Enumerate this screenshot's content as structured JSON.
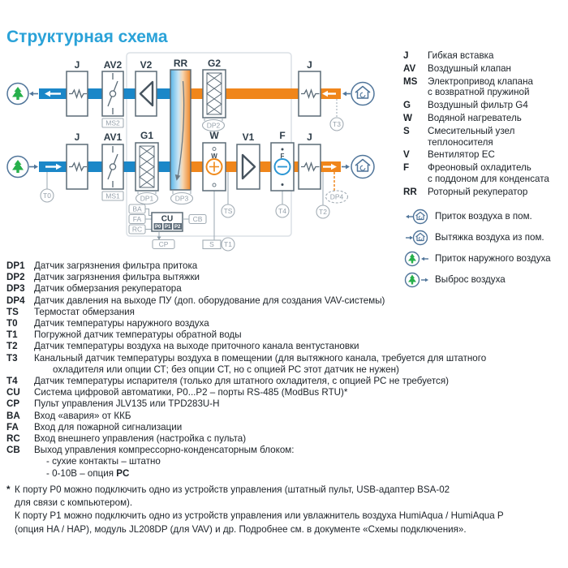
{
  "title": "Структурная схема",
  "colors": {
    "accent_blue": "#2aa2d8",
    "duct_blue": "#1b87c8",
    "duct_orange": "#f0861b",
    "tree_green": "#27b04b",
    "icon_slate": "#50759a",
    "box_stroke": "#5b6b77"
  },
  "diagram": {
    "component_labels": {
      "j_top_left": "J",
      "av2": "AV2",
      "v2": "V2",
      "rr": "RR",
      "g2": "G2",
      "j_top_right": "J",
      "j_bottom_left": "J",
      "av1": "AV1",
      "g1": "G1",
      "w": "W",
      "v1": "V1",
      "f": "F",
      "j_bottom_right": "J",
      "ms2": "MS2",
      "ms1": "MS1",
      "w_inner": "W",
      "f_inner": "F",
      "cu": "CU",
      "p0": "P0",
      "p1": "P1",
      "p2": "P2",
      "ba": "BA",
      "fa": "FA",
      "rc": "RC",
      "cb": "CB",
      "cp": "CP",
      "s": "S"
    },
    "sensor_labels": {
      "dp1": "DP1",
      "dp2": "DP2",
      "dp3": "DP3",
      "dp4": "DP4",
      "t0": "T0",
      "t1": "T1",
      "t2": "T2",
      "t3": "T3",
      "t4": "T4",
      "ts": "TS"
    }
  },
  "legend": {
    "items": [
      {
        "key": "J",
        "lines": [
          "Гибкая вставка"
        ]
      },
      {
        "key": "AV",
        "lines": [
          "Воздушный клапан"
        ]
      },
      {
        "key": "MS",
        "lines": [
          "Электропривод клапана",
          "с возвратной пружиной"
        ]
      },
      {
        "key": "G",
        "lines": [
          "Воздушный фильтр G4"
        ]
      },
      {
        "key": "W",
        "lines": [
          "Водяной нагреватель"
        ]
      },
      {
        "key": "S",
        "lines": [
          "Смесительный узел",
          "теплоносителя"
        ]
      },
      {
        "key": "V",
        "lines": [
          "Вентилятор EC"
        ]
      },
      {
        "key": "F",
        "lines": [
          "Фреоновый охладитель",
          "с поддоном для конденсата"
        ]
      },
      {
        "key": "RR",
        "lines": [
          "Роторный рекуператор"
        ]
      }
    ],
    "flows": [
      {
        "icon": "supply-to-room-icon",
        "label": "Приток воздуха в пом."
      },
      {
        "icon": "extract-from-room-icon",
        "label": "Вытяжка воздуха из пом."
      },
      {
        "icon": "outdoor-intake-icon",
        "label": "Приток наружного воздуха"
      },
      {
        "icon": "air-discharge-icon",
        "label": "Выброс воздуха"
      }
    ]
  },
  "abbreviations": [
    {
      "key": "DP1",
      "text": "Датчик загрязнения фильтра притока"
    },
    {
      "key": "DP2",
      "text": "Датчик загрязнения фильтра вытяжки"
    },
    {
      "key": "DP3",
      "text": "Датчик обмерзания рекуператора"
    },
    {
      "key": "DP4",
      "text": "Датчик давления на выходе ПУ (доп. оборудование для создания VAV-системы)"
    },
    {
      "key": "TS",
      "text": "Термостат обмерзания"
    },
    {
      "key": "T0",
      "text": "Датчик температуры наружного воздуха"
    },
    {
      "key": "T1",
      "text": "Погружной датчик температуры обратной воды"
    },
    {
      "key": "T2",
      "text": "Датчик температуры воздуха на выходе приточного канала вентустановки"
    },
    {
      "key": "T3",
      "text": "Канальный датчик температуры воздуха в помещении (для вытяжного канала, требуется для штатного",
      "text2": "охладителя или опции СТ; без опции СТ, но с опцией РС этот датчик не нужен)"
    },
    {
      "key": "T4",
      "text": "Датчик температуры испарителя (только для штатного охладителя, с опцией РС не требуется)"
    },
    {
      "key": "CU",
      "text": "Система цифровой автоматики, P0...P2 – порты RS-485 (ModBus RTU)*"
    },
    {
      "key": "CP",
      "text": "Пульт управления JLV135 или TPD283U-H"
    },
    {
      "key": "BA",
      "text": "Вход «авария» от ККБ"
    },
    {
      "key": "FA",
      "text": "Вход для пожарной сигнализации"
    },
    {
      "key": "RC",
      "text": "Вход внешнего управления (настройка с пульта)"
    },
    {
      "key": "CB",
      "text": "Выход управления компрессорно-конденсаторным блоком:",
      "sub1": "- сухие контакты – штатно",
      "sub2_prefix": "- 0-10В – опция ",
      "sub2_bold": "PC"
    }
  ],
  "footnote": {
    "marker": "*",
    "lines": [
      "К порту P0 можно подключить одно из устройств управления (штатный пульт, USB-адаптер BSA-02",
      "для связи с компьютером).",
      "К порту P1 можно подключить одно из устройств управления или увлажнитель воздуха HumiAqua / HumiAqua P",
      "(опция HA / HAP), модуль JL208DP (для VAV) и др. Подробнее см. в документе «Схемы подключения»."
    ]
  }
}
